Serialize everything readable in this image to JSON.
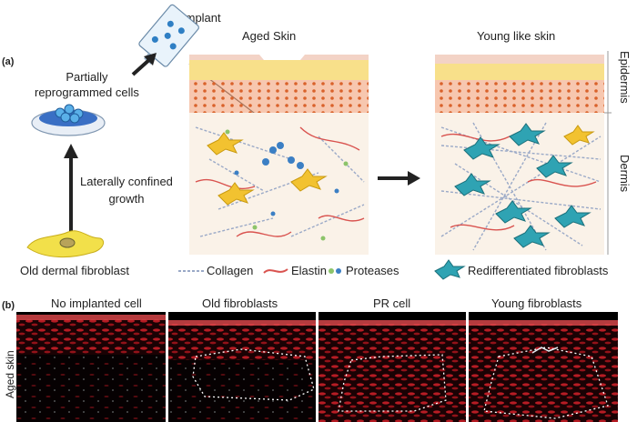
{
  "panel_a": {
    "tag": "(a)",
    "implant_label": "Implant",
    "aged_skin_title": "Aged Skin",
    "young_skin_title": "Young like skin",
    "partially_reprogrammed": [
      "Partially",
      "reprogrammed cells"
    ],
    "laterally_confined": [
      "Laterally confined",
      "growth"
    ],
    "old_dermal_fibroblast": "Old dermal fibroblast",
    "epidermis_label": "Epidermis",
    "dermis_label": "Dermis",
    "legend": {
      "collagen": "Collagen",
      "elastin": "Elastin",
      "proteases": "Proteases",
      "redifferentiated": "Redifferentiated fibroblasts"
    }
  },
  "panel_b": {
    "tag": "(b)",
    "row_label": "Aged skin",
    "panels": [
      "No implanted cell",
      "Old fibroblasts",
      "PR cell",
      "Young fibroblasts"
    ]
  },
  "colors": {
    "collagen": "#9aa9c7",
    "elastin": "#d9534f",
    "protease_blue": "#3b7fc4",
    "protease_green": "#8cc46a",
    "redifferentiated": "#2fa3b3",
    "aged_fibroblast": "#f2c230",
    "epidermis_top": "#f3d3c6",
    "epidermis_yellow": "#f8e08a",
    "epidermis_orange": "#f2a27a",
    "dermis_bg": "#faf2e8",
    "microscopy_red": "#d2232a"
  }
}
